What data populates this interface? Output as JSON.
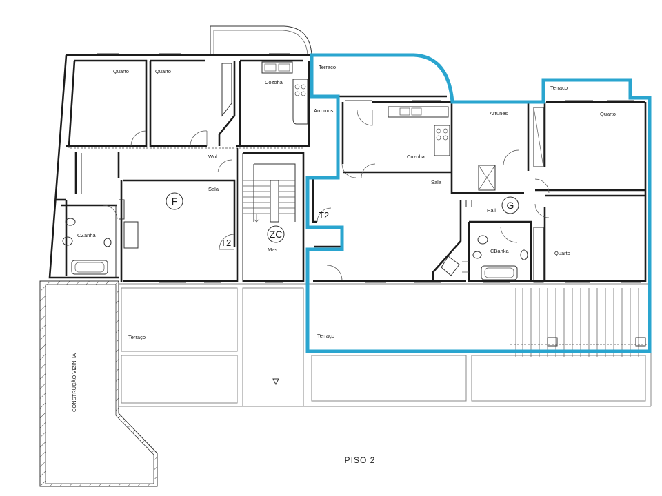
{
  "floor_label": "PISO 2",
  "neighbor_label": "CONSTRUÇÃO VIZINHA",
  "apartments": {
    "f": {
      "marker": "F",
      "type": "T2"
    },
    "g": {
      "marker": "G",
      "type": "T2"
    },
    "core": {
      "marker": "ZC"
    }
  },
  "rooms": {
    "f_quarto_1": "Quarto",
    "f_quarto_2": "Quarto",
    "f_cozinha": "Cozoha",
    "f_wc": "Wul",
    "f_sala": "Sala",
    "f_bath": "CZanha",
    "core_label": "Mas",
    "g_terrace_top": "Terraco",
    "g_terrace_right": "Terraco",
    "g_arrumos_left": "Arromos",
    "g_cozinha": "Cuzoha",
    "g_arrumos": "Arrunes",
    "g_quarto_1": "Quarto",
    "g_sala": "Sala",
    "g_hall": "Hall",
    "g_bath": "CBanka",
    "g_quarto_2": "Quarto",
    "f_terrace": "Terraço",
    "g_terrace": "Terraço"
  },
  "colors": {
    "highlight": "#2aa5cf",
    "walls": "#1c1c1c"
  }
}
